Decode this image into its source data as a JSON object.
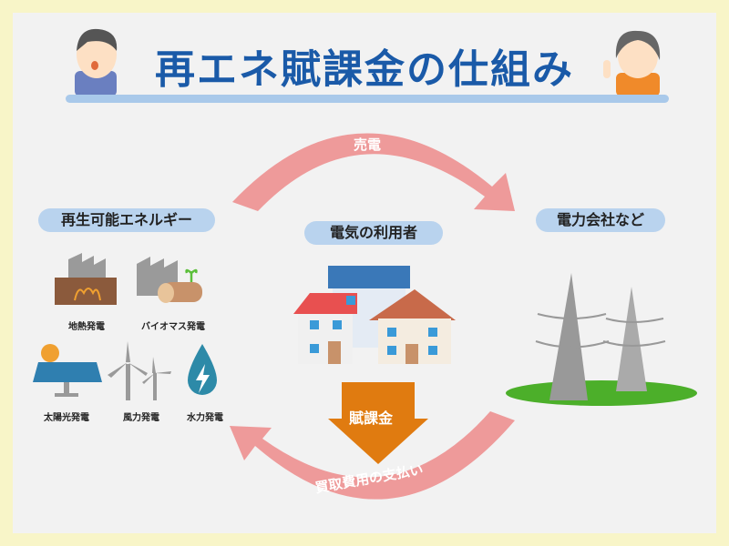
{
  "title": "再エネ賦課金の仕組み",
  "sections": {
    "renewable": {
      "label": "再生可能エネルギー",
      "items": [
        "地熱発電",
        "バイオマス発電",
        "太陽光発電",
        "風力発電",
        "水力発電"
      ]
    },
    "user": {
      "label": "電気の利用者"
    },
    "utility": {
      "label": "電力会社など"
    }
  },
  "flows": {
    "sell": "売電",
    "levy": "賦課金",
    "payment": "買取費用の支払い"
  },
  "colors": {
    "title": "#1a5aa8",
    "arrow": "#ee9a9a",
    "levy": "#e07b10",
    "pill": "#b9d3ee"
  }
}
